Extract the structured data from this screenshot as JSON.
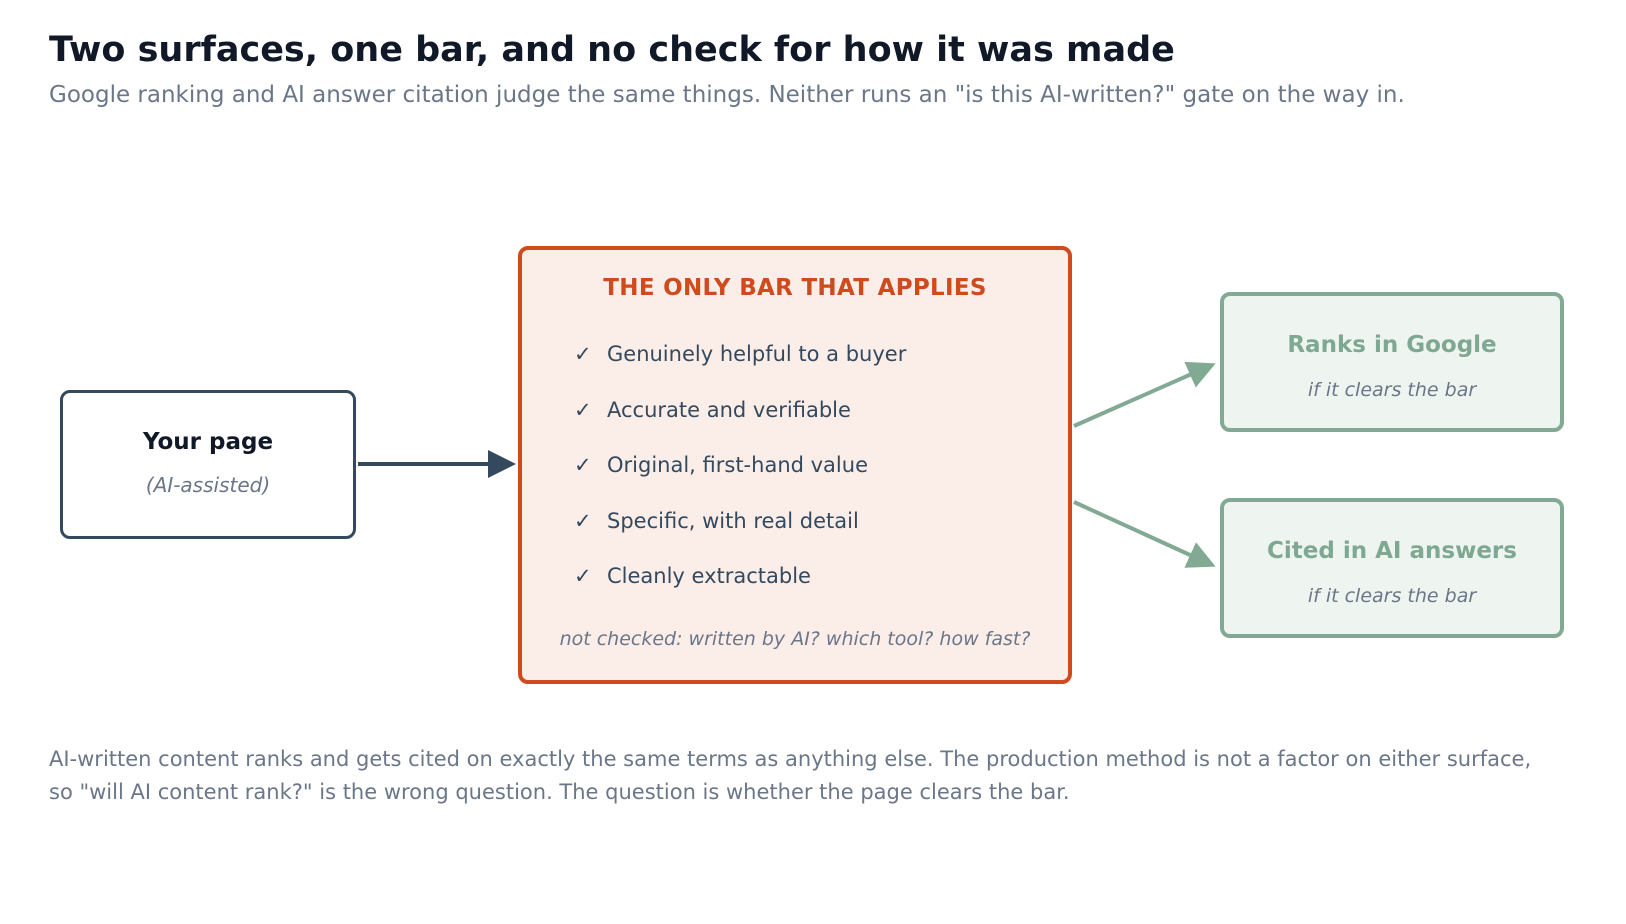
{
  "header": {
    "title": "Two surfaces, one bar, and no check for how it was made",
    "subtitle": "Google ranking and AI answer citation judge the same things. Neither runs an \"is this AI-written?\" gate on the way in."
  },
  "source": {
    "title": "Your page",
    "subtitle": "(AI-assisted)"
  },
  "bar": {
    "heading": "THE ONLY BAR THAT APPLIES",
    "check_glyph": "✓",
    "criteria": [
      "Genuinely helpful to a buyer",
      "Accurate and verifiable",
      "Original, first-hand value",
      "Specific, with real detail",
      "Cleanly extractable"
    ],
    "note": "not checked: written by AI? which tool? how fast?"
  },
  "outcomes": [
    {
      "title": "Ranks in Google",
      "subtitle": "if it clears the bar"
    },
    {
      "title": "Cited in AI answers",
      "subtitle": "if it clears the bar"
    }
  ],
  "footnote": {
    "line1": "AI-written content ranks and gets cited on exactly the same terms as anything else. The production method is not a factor on either surface,",
    "line2": "so \"will AI content rank?\" is the wrong question. The question is whether the page clears the bar."
  },
  "colors": {
    "dark_navy": "#34495e",
    "accent_orange": "#cf4a1c",
    "bar_fill": "#fbede8",
    "sage_green": "#82a993",
    "outcome_fill": "#eef4ef",
    "muted_text": "#6b7689"
  }
}
